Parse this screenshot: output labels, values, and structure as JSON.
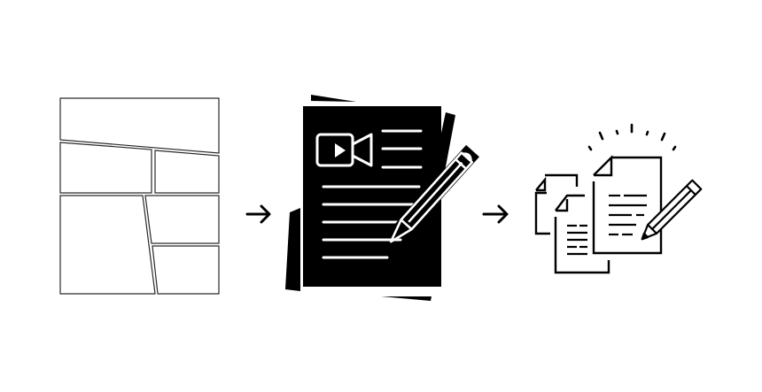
{
  "diagram": {
    "type": "process-flow",
    "background": "#ffffff",
    "ink_color": "#000000",
    "steps": [
      {
        "id": "comic-layout",
        "icon": "comic-panel-layout-icon",
        "description": "Comic page panel layout",
        "panels": 6
      },
      {
        "id": "video-script",
        "icon": "video-script-document-icon",
        "description": "Document with video camera symbol, text lines and pencil"
      },
      {
        "id": "edited-documents",
        "icon": "multiple-documents-editing-icon",
        "description": "Stacked documents with pencil and highlight rays"
      }
    ],
    "connectors": [
      {
        "from": "comic-layout",
        "to": "video-script",
        "icon": "arrow-right-icon"
      },
      {
        "from": "video-script",
        "to": "edited-documents",
        "icon": "arrow-right-icon"
      }
    ]
  }
}
